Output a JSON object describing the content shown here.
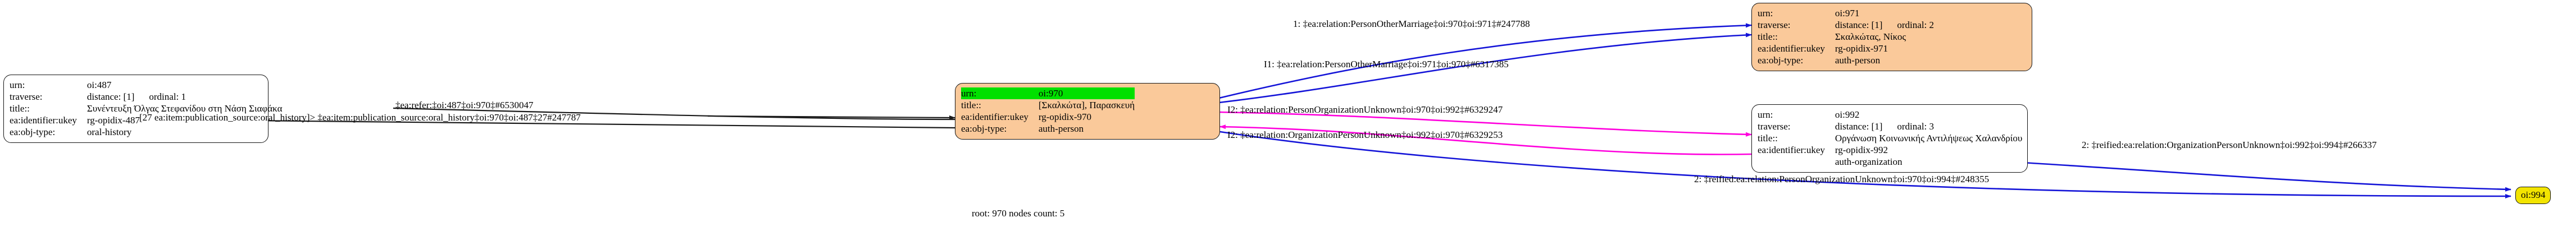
{
  "graph": {
    "root_status": "root: 970 nodes count: 5",
    "colors": {
      "node_fill_highlight": "#fac99a",
      "row_highlight": "#00e000",
      "node_fill_plain": "#ffffff",
      "node_994_fill": "#f2e400",
      "edge_black": "#1a1a1a",
      "edge_blue": "#1414d8",
      "edge_magenta": "#ff00dd",
      "border": "#141414"
    },
    "nodes": [
      {
        "id": "oi-487",
        "fill": "white",
        "rows": [
          {
            "key": "urn:",
            "value": "oi:487",
            "highlight": false
          },
          {
            "key": "traverse:",
            "value": "distance: [1]",
            "value2": "ordinal: 1",
            "highlight": false
          },
          {
            "key": "title::",
            "value": "Συνέντευξη Όλγας Στεφανίδου στη Νάση Σιαφάκα",
            "highlight": false
          },
          {
            "key": "ea:identifier:ukey",
            "value": "rg-opidix-487",
            "highlight": false
          },
          {
            "key": "ea:obj-type:",
            "value": "oral-history",
            "highlight": false
          }
        ]
      },
      {
        "id": "oi-970",
        "fill": "orange",
        "rows": [
          {
            "key": "urn:",
            "value": "oi:970",
            "highlight": true
          },
          {
            "key": "title::",
            "value": "[Σκαλκώτα], Παρασκευή",
            "highlight": false
          },
          {
            "key": "ea:identifier:ukey",
            "value": "rg-opidix-970",
            "highlight": false
          },
          {
            "key": "ea:obj-type:",
            "value": "auth-person",
            "highlight": false
          }
        ]
      },
      {
        "id": "oi-971",
        "fill": "orange",
        "rows": [
          {
            "key": "urn:",
            "value": "oi:971",
            "highlight": false
          },
          {
            "key": "traverse:",
            "value": "distance: [1]",
            "value2": "ordinal: 2",
            "highlight": false
          },
          {
            "key": "title::",
            "value": "Σκαλκώτας, Νίκος",
            "highlight": false
          },
          {
            "key": "ea:identifier:ukey",
            "value": "rg-opidix-971",
            "highlight": false
          },
          {
            "key": "ea:obj-type:",
            "value": "auth-person",
            "highlight": false
          }
        ]
      },
      {
        "id": "oi-992",
        "fill": "white",
        "rows": [
          {
            "key": "urn:",
            "value": "oi:992",
            "highlight": false
          },
          {
            "key": "traverse:",
            "value": "distance: [1]",
            "value2": "ordinal: 3",
            "highlight": false
          },
          {
            "key": "title::",
            "value": "Οργάνωση Κοινωνικής Αντιλήψεως Χαλανδρίου",
            "highlight": false
          },
          {
            "key": "ea:identifier:ukey",
            "value": "rg-opidix-992",
            "highlight": false
          },
          {
            "key": "ea:obj-type:",
            "value": "auth-organization",
            "highlight": false
          }
        ]
      },
      {
        "id": "oi-994",
        "fill": "yellow",
        "label": "oi:994"
      }
    ],
    "edge_labels": [
      {
        "id": "e-refer-487-970",
        "text": "‡ea:refer:‡oi:487‡oi:970‡#6530047",
        "color": "black"
      },
      {
        "id": "e-pubsource-970-487",
        "text": "[27 ea:item:publication_source:oral_history]> ‡ea:item:publication_source:oral_history‡oi:970‡oi:487‡27#247787",
        "color": "black"
      },
      {
        "id": "e-marriage-970-971",
        "text": "1: ‡ea:relation:PersonOtherMarriage‡oi:970‡oi:971‡#247788",
        "color": "blue"
      },
      {
        "id": "e-marriage-971-970",
        "text": "I1: ‡ea:relation:PersonOtherMarriage‡oi:971‡oi:970‡#6317385",
        "color": "blue"
      },
      {
        "id": "e-orgunknown-970-992",
        "text": "I2: ‡ea:relation:PersonOrganizationUnknown‡oi:970‡oi:992‡#6329247",
        "color": "magenta"
      },
      {
        "id": "e-personunknown-992-970",
        "text": "I2: ‡ea:relation:OrganizationPersonUnknown‡oi:992‡oi:970‡#6329253",
        "color": "magenta"
      },
      {
        "id": "e-reified-992-994",
        "text": "2: ‡reified:ea:relation:OrganizationPersonUnknown‡oi:992‡oi:994‡#266337",
        "color": "blue"
      },
      {
        "id": "e-reified-970-994",
        "text": "2: ‡reified:ea:relation:PersonOrganizationUnknown‡oi:970‡oi:994‡#248355",
        "color": "blue"
      }
    ]
  }
}
